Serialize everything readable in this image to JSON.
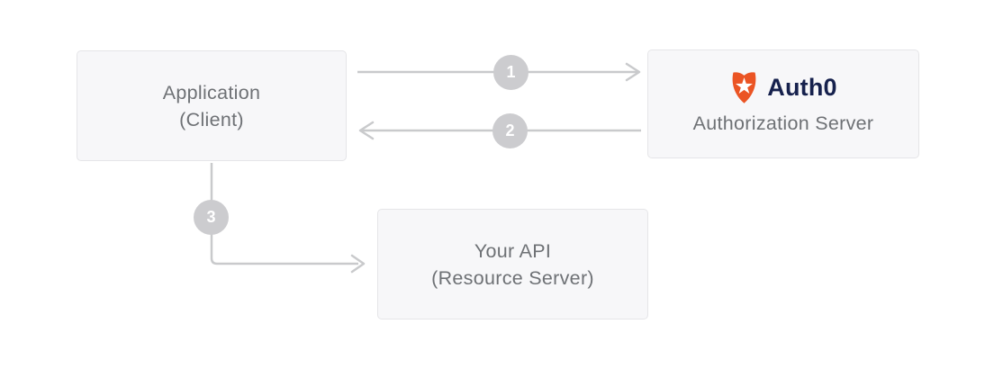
{
  "diagram": {
    "description": "OAuth authorization flow diagram"
  },
  "nodes": {
    "application": {
      "line1": "Application",
      "line2": "(Client)"
    },
    "authorization_server": {
      "brand": "Auth0",
      "label": "Authorization Server"
    },
    "your_api": {
      "line1": "Your API",
      "line2": "(Resource Server)"
    }
  },
  "steps": [
    {
      "number": "1"
    },
    {
      "number": "2"
    },
    {
      "number": "3"
    }
  ],
  "icons": {
    "auth0_shield": "auth0-shield-star-logo"
  },
  "colors": {
    "background": "#ffffff",
    "node_fill": "#f7f7f9",
    "node_border": "#e5e5e8",
    "node_text": "#6e7175",
    "arrow": "#c9cacc",
    "step_circle": "#cccccf",
    "step_number": "#ffffff",
    "auth0_navy": "#16214d",
    "auth0_orange": "#eb5424"
  }
}
